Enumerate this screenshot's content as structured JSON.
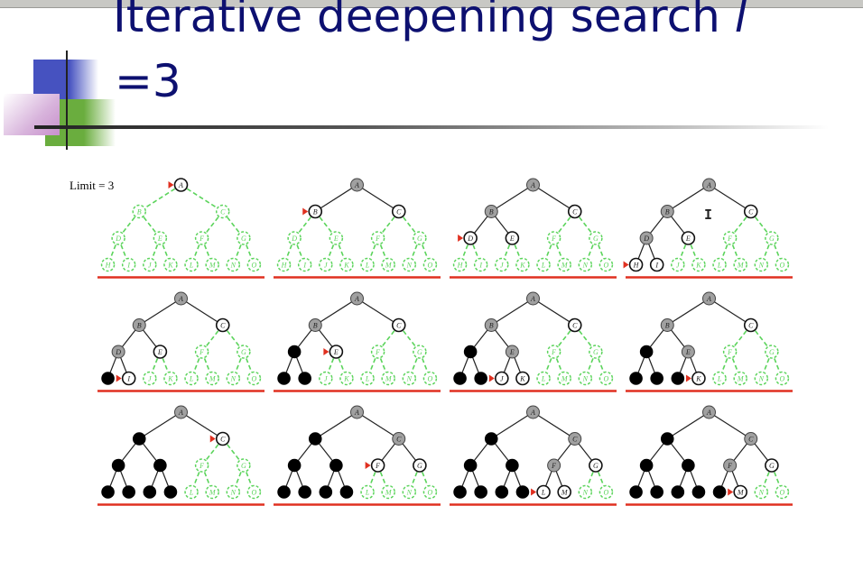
{
  "title": {
    "line1": "Iterative deepening search ",
    "var": "l",
    "line2": "=3"
  },
  "limit_label": "Limit = 3",
  "node_labels": [
    "A",
    "B",
    "C",
    "D",
    "E",
    "F",
    "G",
    "H",
    "I",
    "J",
    "K",
    "L",
    "M",
    "N",
    "O"
  ],
  "colors": {
    "unexplored": "#5cd45c",
    "expanded": "#a0a0a0",
    "frontier": "#ffffff",
    "removed": "#000000",
    "marker": "#e03020",
    "baseline": "#e03020"
  },
  "legend_states": {
    "g": "unexplored",
    "x": "expanded",
    "w": "frontier",
    "b": "removed"
  },
  "panels": [
    {
      "states": "wgggggggggggggg",
      "current": "A"
    },
    {
      "states": "xwwgggggggggggg",
      "current": "B"
    },
    {
      "states": "xxwwwgggggggggg",
      "current": "D"
    },
    {
      "states": "xxwxwggwwgggggg",
      "current": "H"
    },
    {
      "states": "xxwxwggbwgggggg",
      "current": "I"
    },
    {
      "states": "xxwbwggbbgggggg",
      "current": "E"
    },
    {
      "states": "xxwbxggbbwwgggg",
      "current": "J"
    },
    {
      "states": "xxwbxggbbbwgggg",
      "current": "K"
    },
    {
      "states": "xbwbbggbbbbgggg",
      "current": "C"
    },
    {
      "states": "xbxbbwwbbbbgggg",
      "current": "F"
    },
    {
      "states": "xbxbbxwbbbbwwgg",
      "current": "L"
    },
    {
      "states": "xbxbbxwbbbbbwgg",
      "current": "M"
    }
  ]
}
